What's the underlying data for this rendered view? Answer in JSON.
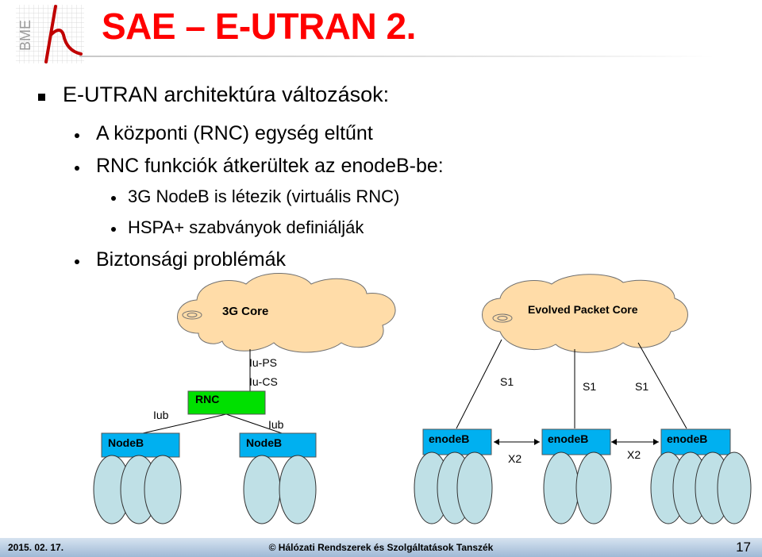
{
  "logo": {
    "text": "BME"
  },
  "slide": {
    "title": "SAE – E-UTRAN 2.",
    "bullets": [
      "E-UTRAN architektúra változások:",
      "A központi (RNC) egység eltűnt",
      "RNC funkciók átkerültek az enodeB-be:",
      "3G NodeB is létezik (virtuális RNC)",
      "HSPA+ szabványok definiálják",
      "Biztonsági problémák"
    ]
  },
  "diagram": {
    "clouds": {
      "core3g": "3G Core",
      "epc": "Evolved Packet Core"
    },
    "nodes": {
      "rnc": "RNC",
      "nodeb1": "NodeB",
      "nodeb2": "NodeB",
      "enb1": "enodeB",
      "enb2": "enodeB",
      "enb3": "enodeB"
    },
    "links": {
      "iups": "Iu-PS",
      "iucs": "Iu-CS",
      "iub1": "Iub",
      "iub2": "Iub",
      "s1a": "S1",
      "s1b": "S1",
      "s1c": "S1",
      "x2a": "X2",
      "x2b": "X2"
    },
    "colors": {
      "cloud": "#ffdca8",
      "node": "#00b0f0",
      "rnc": "#00e000",
      "cell": "#bfe0e6"
    }
  },
  "footer": {
    "date": "2015. 02. 17.",
    "copyright": "© Hálózati Rendszerek és Szolgáltatások Tanszék",
    "page": "17"
  }
}
